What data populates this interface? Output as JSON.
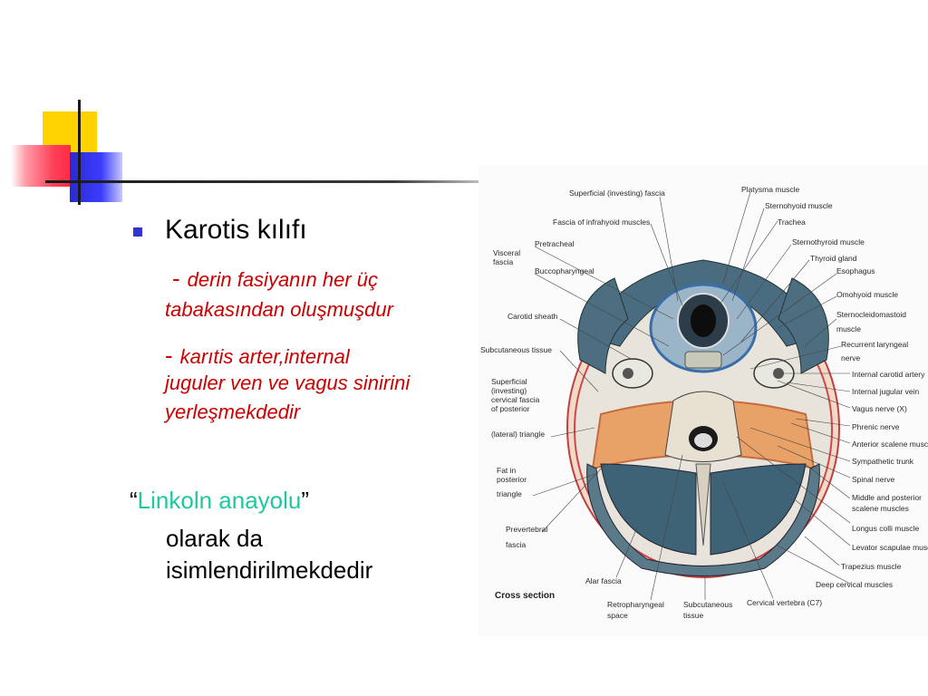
{
  "slide": {
    "heading": "Karotis kılıfı",
    "points": [
      {
        "dash": "-",
        "lines": [
          "derin fasiyanın her üç",
          "tabakasından oluşmuşdur"
        ]
      },
      {
        "dash": "-",
        "lines": [
          "karıtis arter,internal",
          "juguler ven ve vagus sinirini",
          "yerleşmekdedir"
        ]
      }
    ],
    "quote": {
      "open": "“",
      "highlight": "Linkoln anayolu",
      "close": "”"
    },
    "tail": [
      "olarak da",
      "isimlendirilmekdedir"
    ],
    "colors": {
      "bullet": "#3333cc",
      "subtext": "#cc0000",
      "highlight": "#1fc8a0"
    }
  },
  "figure": {
    "caption": "Cross section",
    "labels_left": [
      "Visceral",
      "fascia",
      "Pretracheal",
      "Buccopharyngeal",
      "Carotid sheath",
      "Subcutaneous tissue",
      "Superficial",
      "(investing)",
      "cervical fascia",
      "of posterior",
      "(lateral) triangle",
      "Fat in",
      "posterior",
      "triangle",
      "Prevertebral",
      "fascia"
    ],
    "labels_top": [
      "Superficial (investing) fascia",
      "Fascia of infrahyoid muscles",
      "Platysma muscle",
      "Sternohyoid muscle",
      "Trachea",
      "Sternothyroid muscle",
      "Thyroid gland"
    ],
    "labels_right": [
      "Esophagus",
      "Omohyoid muscle",
      "Sternocleidomastoid",
      "muscle",
      "Recurrent laryngeal",
      "nerve",
      "Internal carotid artery",
      "Internal jugular vein",
      "Vagus nerve (X)",
      "Phrenic nerve",
      "Anterior scalene muscle",
      "Sympathetic trunk",
      "Spinal nerve",
      "Middle and posterior",
      "scalene muscles",
      "Longus colli muscle",
      "Levator scapulae muscle",
      "Trapezius muscle",
      "Deep cervical muscles"
    ],
    "labels_bottom": [
      "Alar fascia",
      "Retropharyngeal",
      "space",
      "Subcutaneous",
      "tissue",
      "Cervical vertebra (C7)"
    ]
  }
}
